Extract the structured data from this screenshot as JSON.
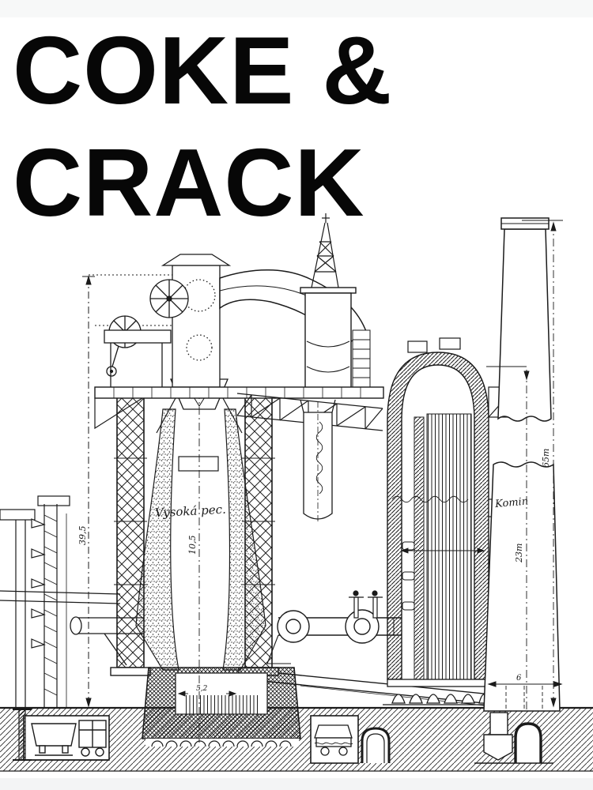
{
  "title": {
    "line1": "COKE &",
    "line2": "CRACK",
    "color": "#070707"
  },
  "drawing": {
    "type": "vintage blast-furnace plant cross-section, ink on paper",
    "ink": "#1b1b1b",
    "labels": {
      "furnace": "Vysoká pec.",
      "chimney": "Komin"
    },
    "dims": {
      "furnace_profile": "10,5",
      "overall_left": "39,5",
      "hearth": "5,2",
      "stove_chimney": "23m",
      "chimney_total": "65m",
      "stove_to_chimney_gap": "6"
    }
  }
}
